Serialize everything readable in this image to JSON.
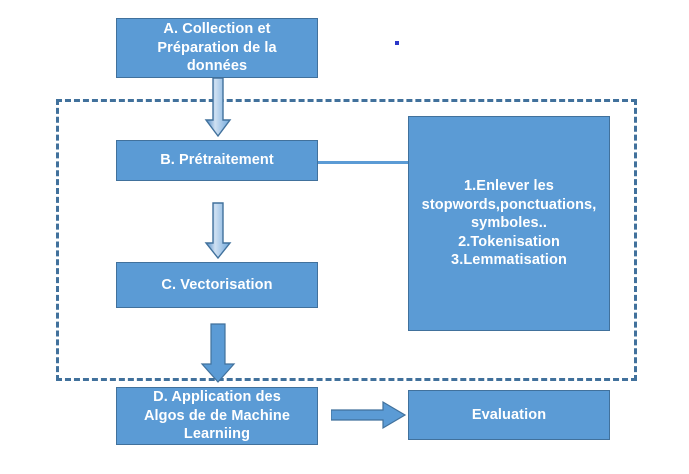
{
  "diagram": {
    "title_note": "",
    "colors": {
      "box_fill": "#5b9bd5",
      "box_border": "#41719c",
      "text": "#ffffff",
      "dashed_border": "#41719c",
      "arrow_fill": "#5b9bd5",
      "arrow_border": "#41719c",
      "background": "#ffffff",
      "dot": "#2b37c8"
    },
    "nodes": {
      "step_a": {
        "label": "A.         Collection et\nPréparation de la\ndonnées",
        "letter": "A."
      },
      "step_b": {
        "label": "B.           Prétraitement",
        "letter": "B."
      },
      "step_c": {
        "label": "C.          Vectorisation",
        "letter": "C."
      },
      "step_d": {
        "label": "D.          Application des\nAlgos de de Machine\nLearniing",
        "letter": "D."
      },
      "details_panel": {
        "label": "1.Enlever les\nstopwords,ponctuations,\nsymboles..\n2.Tokenisation\n3.Lemmatisation",
        "items": [
          "1.Enlever les stopwords,ponctuations, symboles..",
          "2.Tokenisation",
          "3.Lemmatisation"
        ]
      },
      "evaluation": {
        "label": "Evaluation"
      }
    },
    "connectors": {
      "a_to_b": "arrow-down",
      "b_to_c": "arrow-down",
      "c_to_d": "arrow-down",
      "b_to_details": "line-right",
      "d_to_evaluation": "arrow-right"
    }
  }
}
